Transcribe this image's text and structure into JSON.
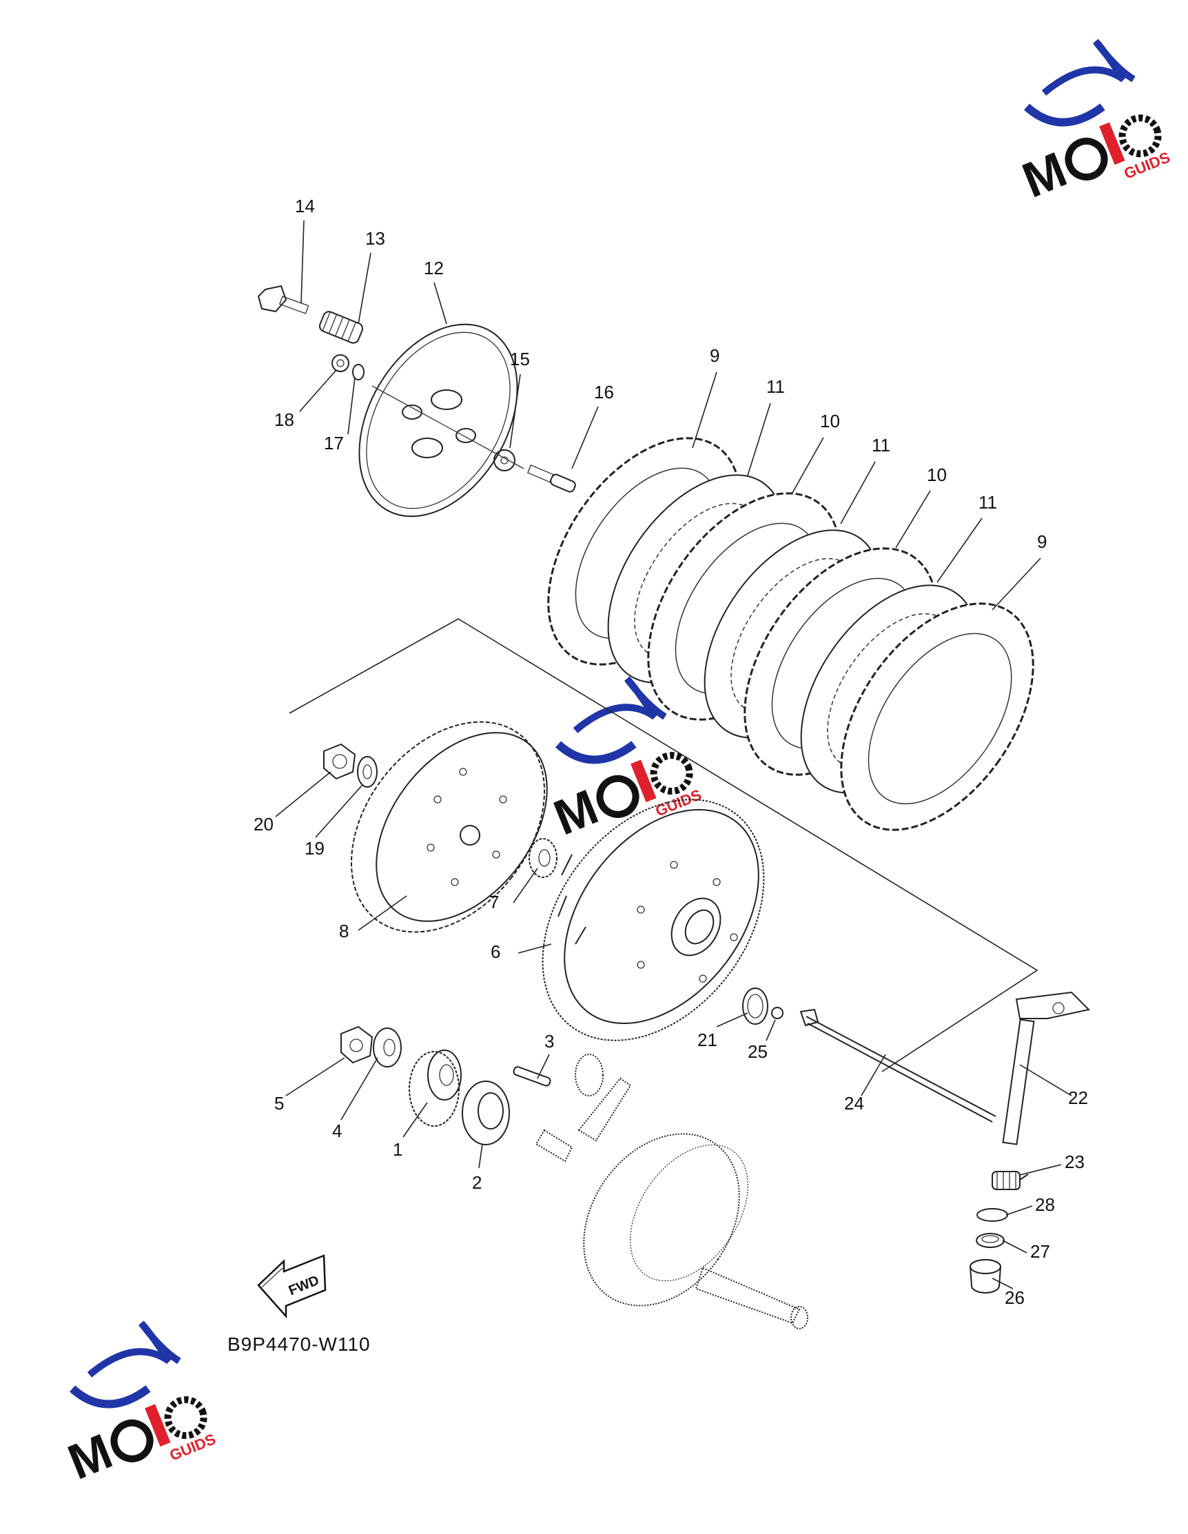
{
  "diagram": {
    "part_code": "B9P4470-W110",
    "fwd_label": "FWD",
    "callouts": [
      "1",
      "2",
      "3",
      "4",
      "5",
      "6",
      "7",
      "8",
      "9",
      "9",
      "10",
      "10",
      "11",
      "11",
      "11",
      "12",
      "13",
      "14",
      "15",
      "16",
      "17",
      "18",
      "19",
      "20",
      "21",
      "22",
      "23",
      "24",
      "25",
      "26",
      "27",
      "28"
    ]
  },
  "logos": [
    {
      "text_main": "MOTO",
      "text_sub": "GUIDS"
    },
    {
      "text_main": "MOTO",
      "text_sub": "GUIDS"
    },
    {
      "text_main": "MOTO",
      "text_sub": "GUIDS"
    }
  ],
  "colors": {
    "logo_blue": "#1f35a8",
    "logo_red": "#e0202a",
    "logo_black": "#111111"
  }
}
